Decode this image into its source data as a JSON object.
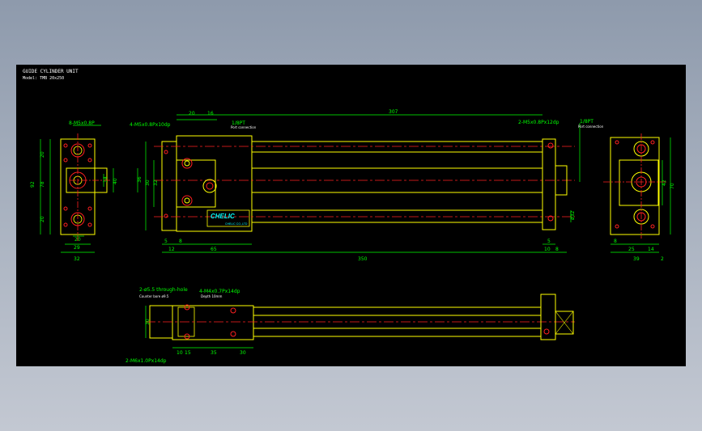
{
  "title": {
    "line1": "GUIDE CYLINDER UNIT",
    "line2": "Model: TMB 20x250"
  },
  "labels": {
    "left_top_hole": "8-M5x0.8P",
    "front_left_holes": "4-M5x0.8Px10dp",
    "port_left": "1/8PT",
    "port_left_note": "Port connection",
    "front_right_holes": "2-M5x0.8Px12dp",
    "port_right": "1/8PT",
    "port_right_note": "Port connection",
    "brand": "CHELIC",
    "brand_sub": "CHELIC CO.,LTD",
    "bottom_holes_a": "2-ø5.5 through-hole",
    "bottom_holes_a2": "Counter bore ø9.5",
    "bottom_holes_b": "4-M4x0.7Px14dp",
    "bottom_holes_b2": "Depth 10mm",
    "bottom_holes_c": "2-M6x1.0Px14dp"
  },
  "dims": {
    "lv_20_top": "20",
    "lv_29": "29",
    "lv_32": "32",
    "lv_20_left": "20",
    "lv_78": "78",
    "lv_92": "92",
    "lv_20_low": "20",
    "lv_40": "40",
    "lv_14": "14",
    "fv_20": "20",
    "fv_16": "16",
    "fv_307": "307",
    "fv_5": "5",
    "fv_12": "12",
    "fv_8": "8",
    "fv_65": "65",
    "fv_350": "350",
    "fv_10": "10",
    "fv_5r": "5",
    "fv_8r": "8",
    "fv_30": "30",
    "fv_32": "32",
    "fv_36": "36",
    "fv_phi": "ø32",
    "rv_42": "42",
    "rv_70": "70",
    "rv_8": "8",
    "rv_25": "25",
    "rv_14": "14",
    "rv_39": "39",
    "rv_2": "2",
    "bv_10": "10",
    "bv_15": "15",
    "bv_35": "35",
    "bv_30": "30"
  }
}
